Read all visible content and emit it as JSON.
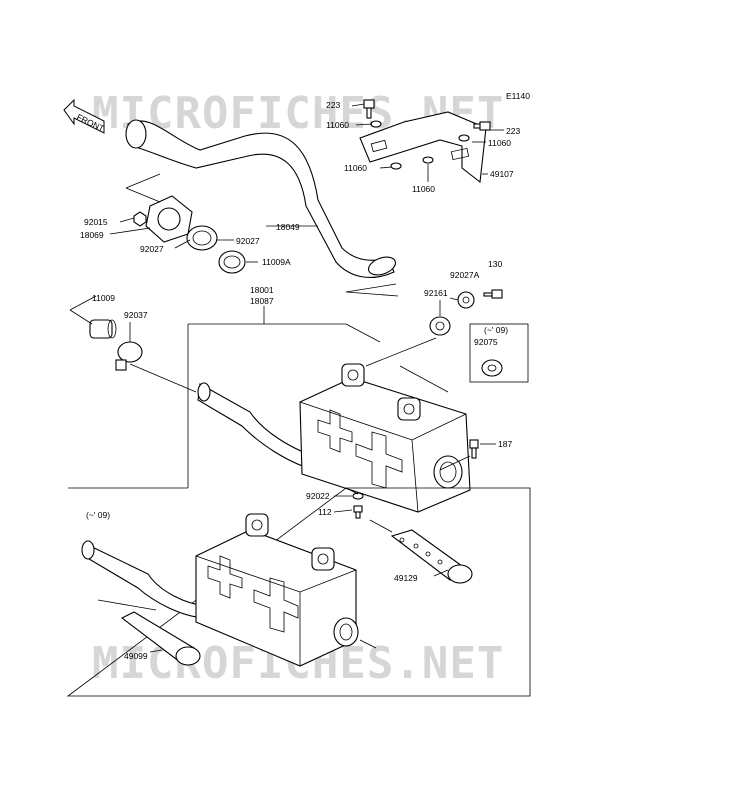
{
  "diagram": {
    "code": "E1140",
    "watermark": "MICROFICHES.NET",
    "front_label": "FRONT",
    "inset_label_upper": "(~' 09)",
    "inset_label_lower": "(~' 09)",
    "labels": {
      "p223a": "223",
      "p11060a": "11060",
      "p223b": "223",
      "p11060b": "11060",
      "p11060c": "11060",
      "p11060d": "11060",
      "p49107": "49107",
      "p92015": "92015",
      "p18069": "18069",
      "p92027a": "92027",
      "p92027b": "92027",
      "p11009A": "11009A",
      "p18049": "18049",
      "p130": "130",
      "p92027A": "92027A",
      "p92161": "92161",
      "p11009": "11009",
      "p92037": "92037",
      "p18001": "18001",
      "p18087": "18087",
      "p92075": "92075",
      "p187": "187",
      "p92022": "92022",
      "p112": "112",
      "p49129": "49129",
      "p49099": "49099"
    }
  }
}
